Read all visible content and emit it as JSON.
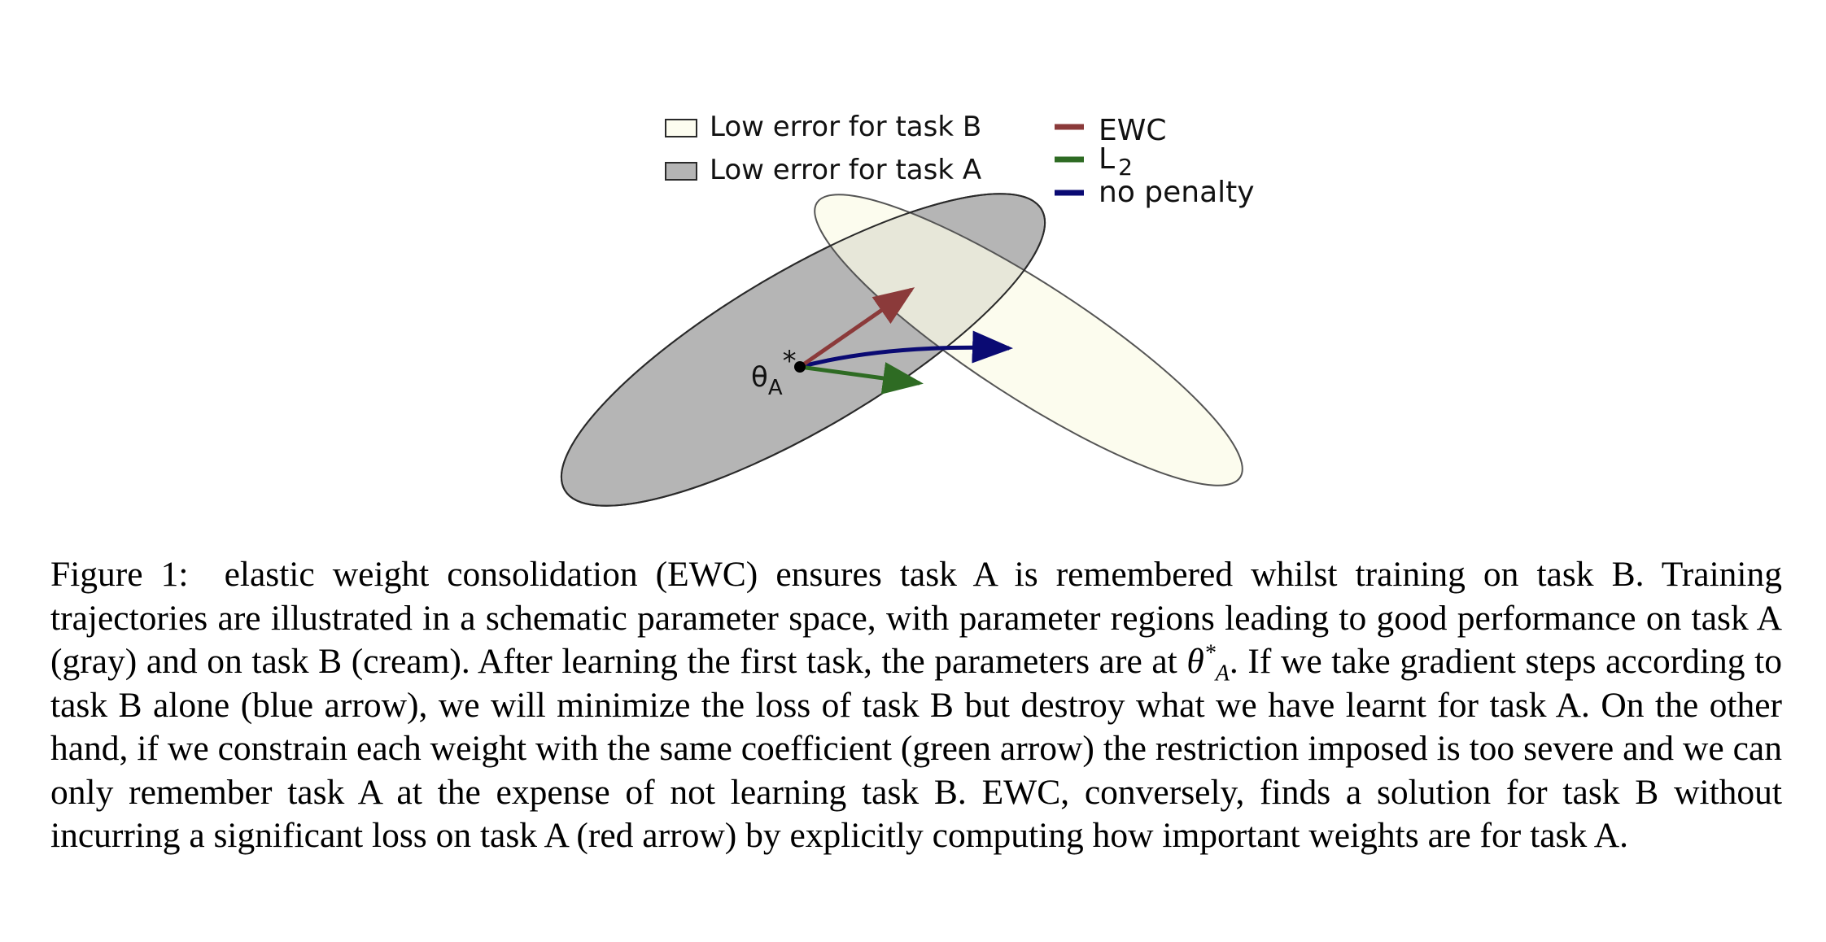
{
  "figure": {
    "legend_regions": [
      {
        "label": "Low error for task B",
        "fill": "#fdfdf0"
      },
      {
        "label": "Low error for task A",
        "fill": "#b5b5b5"
      }
    ],
    "legend_methods": [
      {
        "label": "EWC",
        "color": "#8b3a3a"
      },
      {
        "label": "L",
        "subscript": "2",
        "color": "#2e6b23"
      },
      {
        "label": "no penalty",
        "color": "#0a0a73"
      }
    ],
    "point_label": {
      "symbol": "θ",
      "subscript": "A",
      "superscript": "*"
    },
    "colors": {
      "region_a_fill": "#b5b5b5",
      "region_b_fill": "#fbfbe8",
      "outline": "#2a2a2a",
      "ewc": "#8b3a3a",
      "l2": "#2e6b23",
      "no_penalty": "#0a0a73"
    }
  },
  "caption": {
    "label": "Figure 1:",
    "part1": "elastic weight consolidation (EWC) ensures task A is remembered whilst training on task B. Training trajectories are illustrated in a schematic parameter space, with parameter regions leading to good performance on task A (gray) and on task B (cream). After learning the first task, the parameters are at",
    "theta_symbol": "θ",
    "theta_sup": "*",
    "theta_sub": "A",
    "part2": ". If we take gradient steps according to task B alone (blue arrow), we will minimize the loss of task B but destroy what we have learnt for task A. On the other hand, if we constrain each weight with the same coefficient (green arrow) the restriction imposed is too severe and we can only remember task A at the expense of not learning task B. EWC, conversely, finds a solution for task B without incurring a significant loss on task A (red arrow) by explicitly computing how important weights are for task A."
  }
}
